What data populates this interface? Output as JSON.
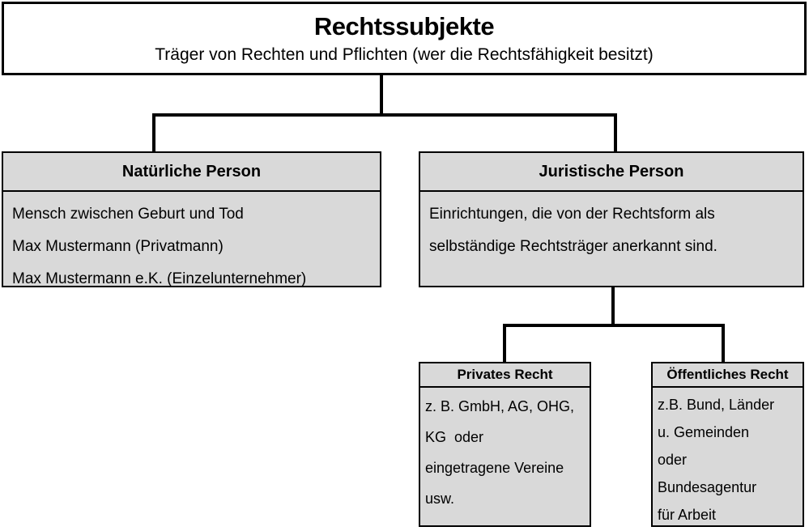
{
  "root": {
    "title": "Rechtssubjekte",
    "subtitle": "Träger von Rechten und Pflichten (wer die Rechtsfähigkeit besitzt)"
  },
  "natural_person": {
    "header": "Natürliche Person",
    "lines": [
      "Mensch zwischen Geburt und Tod",
      "Max Mustermann (Privatmann)",
      "Max Mustermann e.K. (Einzelunternehmer)"
    ]
  },
  "legal_person": {
    "header": "Juristische Person",
    "lines": [
      "Einrichtungen, die von der Rechtsform als",
      "selbständige Rechtsträger anerkannt sind."
    ]
  },
  "private_law": {
    "header": "Privates Recht",
    "lines": [
      "z. B. GmbH, AG, OHG,",
      "KG  oder",
      "eingetragene Vereine",
      "usw."
    ]
  },
  "public_law": {
    "header": "Öffentliches Recht",
    "lines": [
      "z.B. Bund, Länder",
      "u. Gemeinden",
      "oder",
      "Bundesagentur",
      "für Arbeit"
    ]
  },
  "colors": {
    "box_fill": "#d9d9d9",
    "border": "#000000",
    "background": "#ffffff",
    "connector": "#000000"
  }
}
